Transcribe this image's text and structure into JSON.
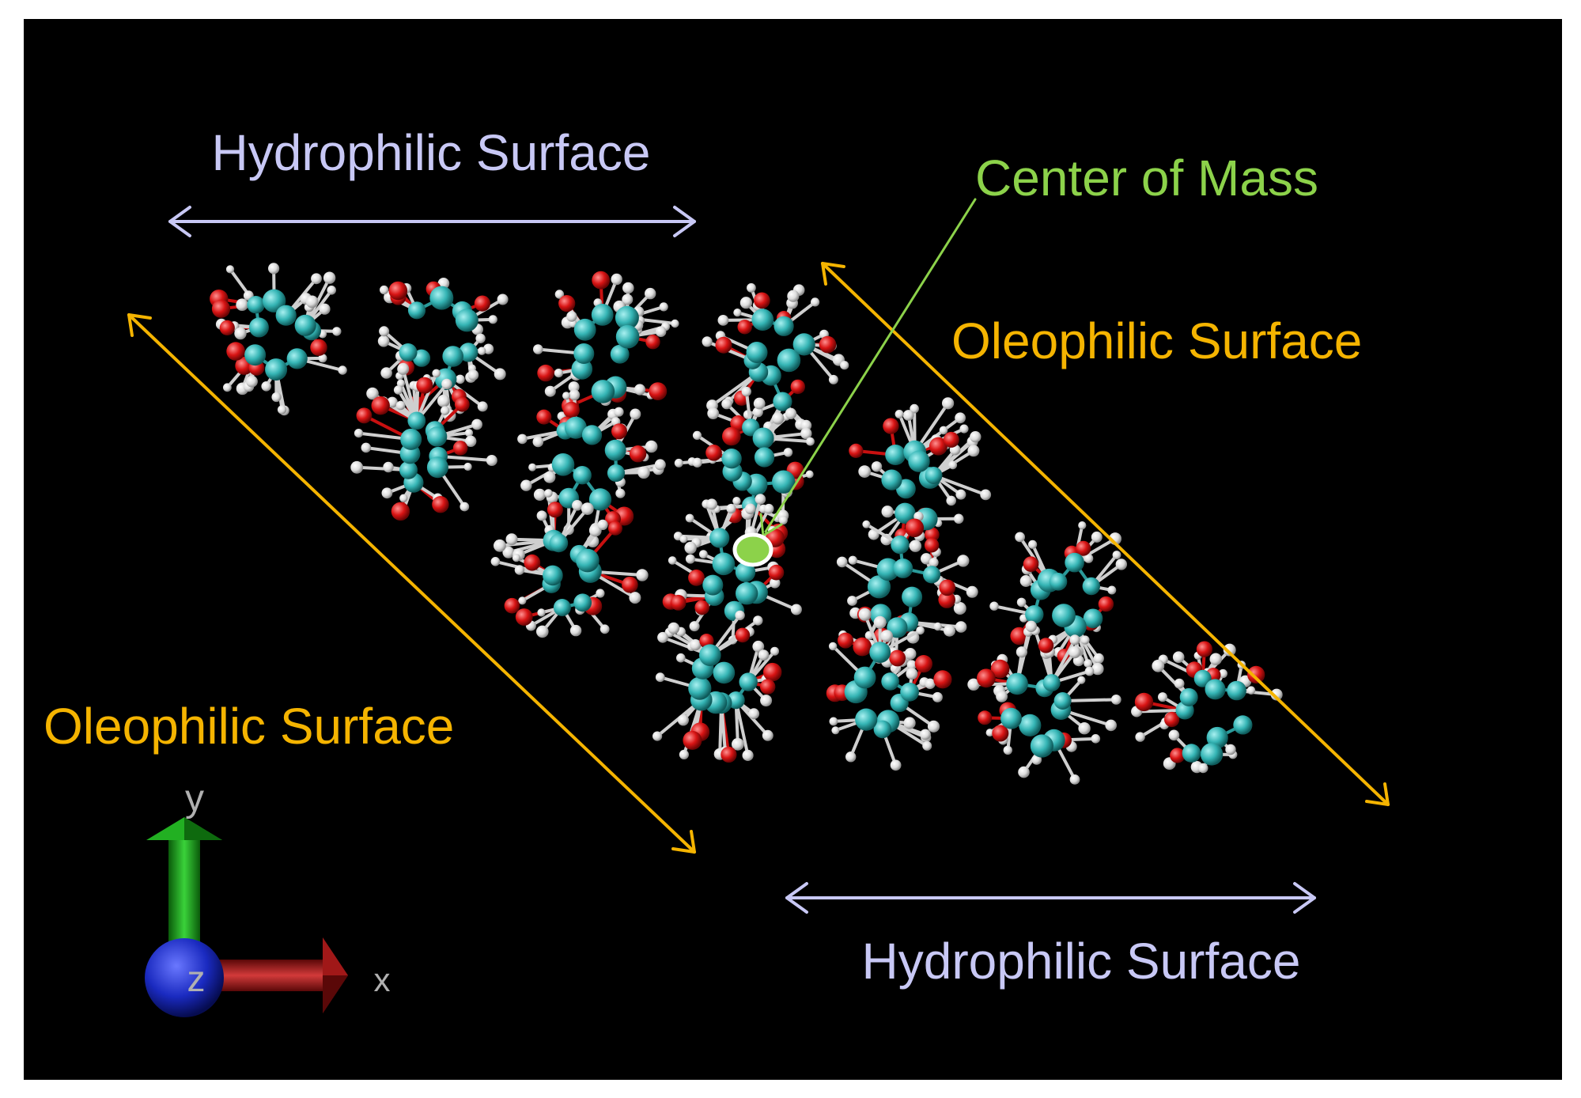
{
  "labels": {
    "hydrophilic_top": "Hydrophilic Surface",
    "hydrophilic_bottom": "Hydrophilic Surface",
    "oleophilic_right": "Oleophilic Surface",
    "oleophilic_left": "Oleophilic Surface",
    "center_of_mass": "Center of Mass"
  },
  "axes": {
    "y": "y",
    "z": "z",
    "x": "x"
  },
  "colors": {
    "background": "#000000",
    "frame": "#ffffff",
    "hydrophilic": "#c8c8f5",
    "oleophilic": "#f5b400",
    "center_of_mass": "#8cd24a",
    "carbon": "#35b5b5",
    "oxygen": "#d81414",
    "hydrogen": "#e8e8e8",
    "axis_x": "#b21a1a",
    "axis_y": "#1a9a1a",
    "axis_z": "#1a2ac0"
  },
  "molecule_grid": {
    "rows": 4,
    "columns": 4,
    "icon": "molecule-cluster"
  }
}
